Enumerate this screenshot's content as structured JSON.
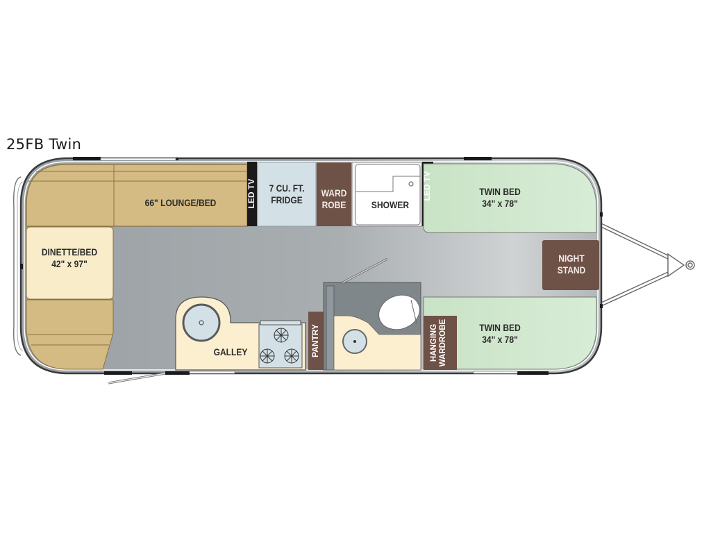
{
  "title": "25FB Twin",
  "colors": {
    "floor": "#9ea3a6",
    "floor_light": "#c9cccd",
    "lounge": "#d2b97f",
    "dinette": "#f8ecc8",
    "galley": "#fcefcf",
    "fridge": "#d2e0e6",
    "wardrobe": "#6b4f45",
    "shower": "#ffffff",
    "bed": "#cfe6cc",
    "led_tv": "#1a1a1a",
    "wall": "#1a1a1a",
    "bath": "#7f8588"
  },
  "rooms": {
    "lounge": {
      "label": "66\" LOUNGE/BED"
    },
    "dinette": {
      "label": "DINETTE/BED\n42\" x 97\""
    },
    "led_tv_1": {
      "label": "LED TV"
    },
    "fridge": {
      "label": "7 CU. FT.\nFRIDGE"
    },
    "ward_robe": {
      "label": "WARD\nROBE"
    },
    "shower": {
      "label": "SHOWER"
    },
    "led_tv_2": {
      "label": "LED TV"
    },
    "twin_bed_top": {
      "label": "TWIN BED\n34\" x 78\""
    },
    "night_stand": {
      "label": "NIGHT\nSTAND"
    },
    "twin_bed_bottom": {
      "label": "TWIN BED\n34\" x 78\""
    },
    "hanging_wardrobe": {
      "label": "HANGING\nWARDROBE"
    },
    "galley": {
      "label": "GALLEY"
    },
    "pantry": {
      "label": "PANTRY"
    }
  }
}
